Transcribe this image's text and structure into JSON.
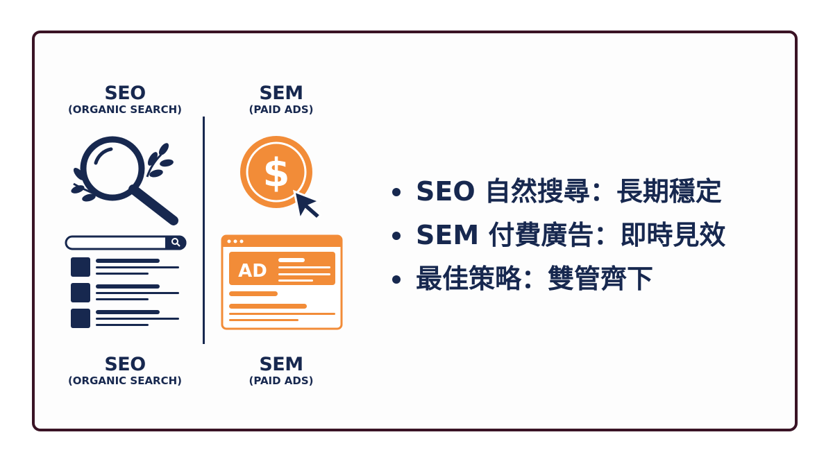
{
  "seo": {
    "title": "SEO",
    "subtitle": "(ORGANIC SEARCH)",
    "bottom_title": "SEO",
    "bottom_subtitle": "(ORGANIC SEARCH)",
    "icons": [
      "magnifier-with-leaves-icon",
      "search-results-icon"
    ]
  },
  "sem": {
    "title": "SEM",
    "subtitle": "(PAID ADS)",
    "bottom_title": "SEM",
    "bottom_subtitle": "(PAID ADS)",
    "ad_label": "AD",
    "dollar_symbol": "$",
    "icons": [
      "dollar-coin-cursor-icon",
      "ad-browser-window-icon"
    ]
  },
  "bullets": [
    "SEO 自然搜尋：長期穩定",
    "SEM 付費廣告：即時見效",
    "最佳策略：雙管齊下"
  ],
  "colors": {
    "navy": "#17284f",
    "orange": "#f28c38",
    "frame_border": "#3a1325"
  }
}
